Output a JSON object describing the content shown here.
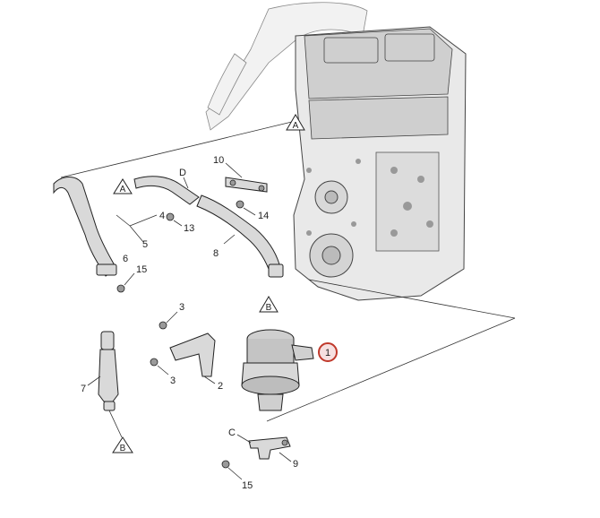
{
  "callouts": {
    "c1": "1",
    "c2": "2",
    "c3a": "3",
    "c3b": "3",
    "c4": "4",
    "c5": "5",
    "c6": "6",
    "c7": "7",
    "c8": "8",
    "c9": "9",
    "c10": "10",
    "c13": "13",
    "c14": "14",
    "c15a": "15",
    "c15b": "15"
  },
  "connectors": {
    "a_left": "A",
    "a_engine": "A",
    "b_pump": "B",
    "b_bottom": "B",
    "c_bracket": "C",
    "d_hose": "D"
  },
  "colors": {
    "highlight_circle": "#c0392b"
  }
}
